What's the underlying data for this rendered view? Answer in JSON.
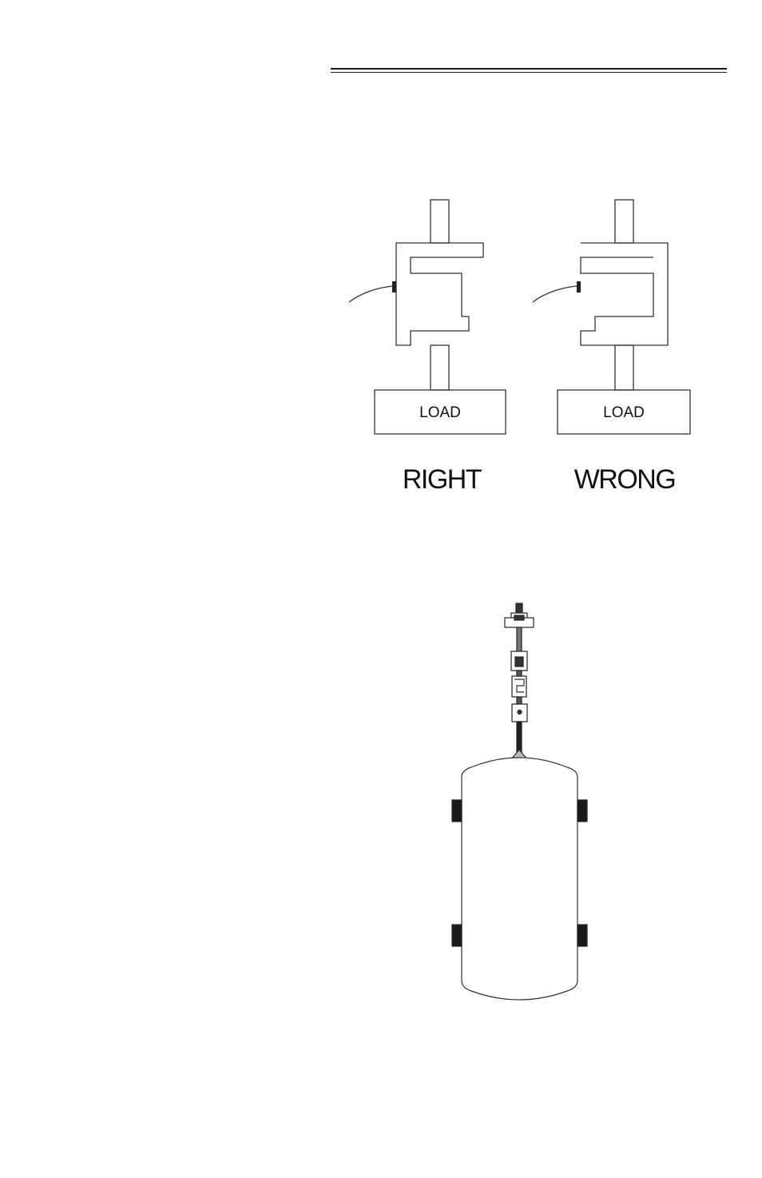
{
  "diagram": {
    "mounting": {
      "right": {
        "load_label": "LOAD",
        "verdict": "RIGHT"
      },
      "wrong": {
        "load_label": "LOAD",
        "verdict": "WRONG"
      }
    },
    "tank_suspension": {
      "description_parts": [
        "eye-bolt",
        "rod",
        "clevis",
        "s-type-load-cell",
        "clevis",
        "tank",
        "support-legs"
      ]
    }
  }
}
